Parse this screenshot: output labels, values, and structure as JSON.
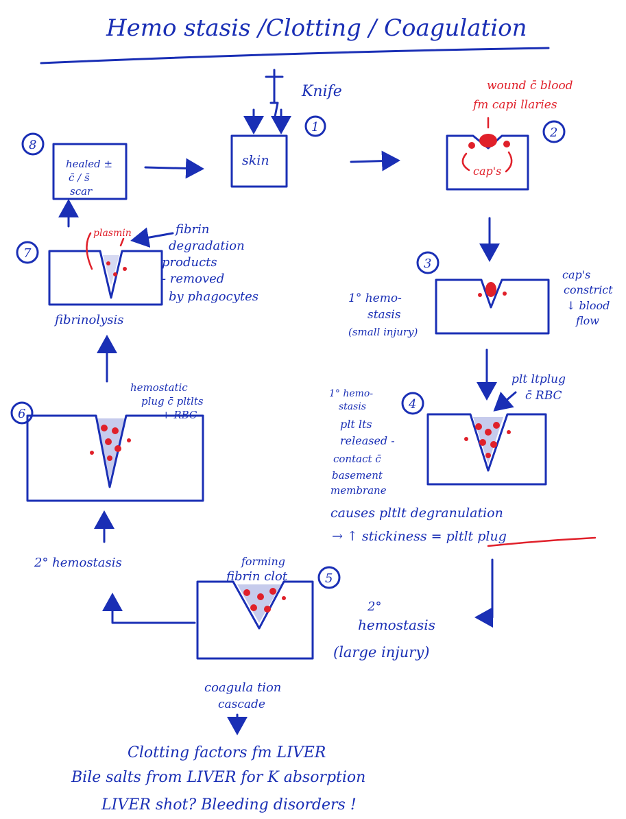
{
  "title": "Hemo stasis /Clotting / Coagulation",
  "colors": {
    "ink": "#1a2fb5",
    "red": "#e0202a",
    "paper": "#ffffff"
  },
  "steps": {
    "s1": {
      "num": "1",
      "knife": "Knife",
      "box": "skin"
    },
    "s2": {
      "num": "2",
      "note_line1": "wound c̄ blood",
      "note_line2": "fm capi llaries",
      "box": "cap's"
    },
    "s3": {
      "num": "3",
      "left": [
        "1° hemo-",
        "stasis",
        "(small injury)"
      ],
      "right": [
        "cap's",
        "constrict",
        "↓ blood",
        "flow"
      ]
    },
    "s4": {
      "num": "4",
      "right": [
        "plt ltplug",
        "c̄ RBC"
      ],
      "left": [
        "1° hemo-",
        "stasis",
        "plt lts",
        "released -",
        "contact c̄",
        "basement",
        "membrane"
      ],
      "bottom": [
        "causes pltlt degranulation",
        "→ ↑ stickiness = pltlt plug"
      ]
    },
    "s5": {
      "num": "5",
      "top": [
        "forming",
        "fibrin clot"
      ],
      "right": [
        "2°",
        "hemostasis",
        "(large injury)"
      ],
      "below": [
        "coagula tion",
        "cascade"
      ]
    },
    "s6": {
      "num": "6",
      "label": [
        "hemostatic",
        "plug c̄ pltlts",
        "+ RBC"
      ],
      "below": "2° hemostasis"
    },
    "s7": {
      "num": "7",
      "plasmin": "plasmin",
      "label": [
        "fibrin",
        "degradation",
        "products",
        "- removed",
        "by phagocytes"
      ],
      "below": "fibrinolysis"
    },
    "s8": {
      "num": "8",
      "box": [
        "healed ±",
        "c̄ / s̄",
        "scar"
      ]
    }
  },
  "footer": [
    "Clotting factors fm LIVER",
    "Bile salts from LIVER for K absorption",
    "LIVER shot? Bleeding disorders !"
  ]
}
